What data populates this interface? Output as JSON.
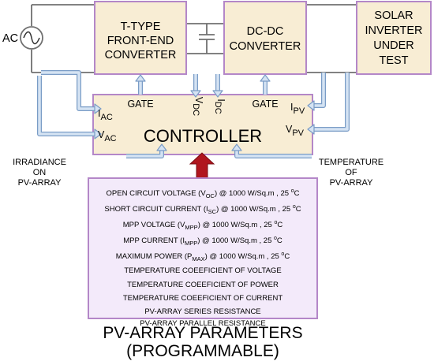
{
  "blocks": {
    "ac_source": "AC",
    "front_end": [
      "T-TYPE",
      "FRONT-END",
      "CONVERTER"
    ],
    "dcdc": [
      "DC-DC",
      "CONVERTER"
    ],
    "inverter": [
      "SOLAR",
      "INVERTER",
      "UNDER",
      "TEST"
    ],
    "controller": "CONTROLLER"
  },
  "controller_pins": {
    "iac": {
      "main": "I",
      "sub": "AC"
    },
    "vac": {
      "main": "V",
      "sub": "AC"
    },
    "gate_left": "GATE",
    "vdc": {
      "main": "V",
      "sub": "DC"
    },
    "idc": {
      "main": "I",
      "sub": "DC"
    },
    "gate_right": "GATE",
    "ipv": {
      "main": "I",
      "sub": "PV"
    },
    "vpv": {
      "main": "V",
      "sub": "PV"
    }
  },
  "inputs": {
    "irradiance": [
      "IRRADIANCE",
      "ON",
      "PV-ARRAY"
    ],
    "temperature": [
      "TEMPERATURE",
      "OF",
      "PV-ARRAY"
    ]
  },
  "parameters": {
    "voc": {
      "pre": "OPEN CIRCUIT VOLTAGE (V",
      "sub": "OC",
      "post": ") @ 1000 W/Sq.m , 25 ",
      "sup": "o",
      "unit": "C"
    },
    "isc": {
      "pre": "SHORT CIRCUIT CURRENT (I",
      "sub": "SC",
      "post": ") @ 1000 W/Sq.m , 25 ",
      "sup": "o",
      "unit": "C"
    },
    "vmpp": {
      "pre": "MPP VOLTAGE (V",
      "sub": "MPP",
      "post": ") @ 1000 W/Sq.m , 25 ",
      "sup": "o",
      "unit": "C"
    },
    "impp": {
      "pre": "MPP CURRENT (I",
      "sub": "MPP",
      "post": ") @ 1000 W/Sq.m , 25 ",
      "sup": "o",
      "unit": "C"
    },
    "pmax": {
      "pre": "MAXIMUM POWER (P",
      "sub": "MAX",
      "post": ") @ 1000 W/Sq.m , 25 ",
      "sup": "o",
      "unit": "C"
    },
    "plain": [
      "TEMPERATURE COEEFICIENT OF VOLTAGE",
      "TEMPERATURE COEEFICIENT OF POWER",
      "TEMPERATURE COEEFICIENT OF CURRENT",
      "PV-ARRAY SERIES RESISTANCE",
      "PV-ARRAY PARALLEL RESISTANCE"
    ]
  },
  "footer": [
    "PV-ARRAY PARAMETERS",
    "(PROGRAMMABLE)"
  ],
  "colors": {
    "block_fill": "#F8EDD4",
    "block_border": "#B487C8",
    "param_fill": "#F3EAFA",
    "signal_arrow": "#D5E3F3",
    "signal_arrow_border": "#7A9CC6",
    "param_arrow": "#B0161E",
    "wire": "#707070"
  }
}
